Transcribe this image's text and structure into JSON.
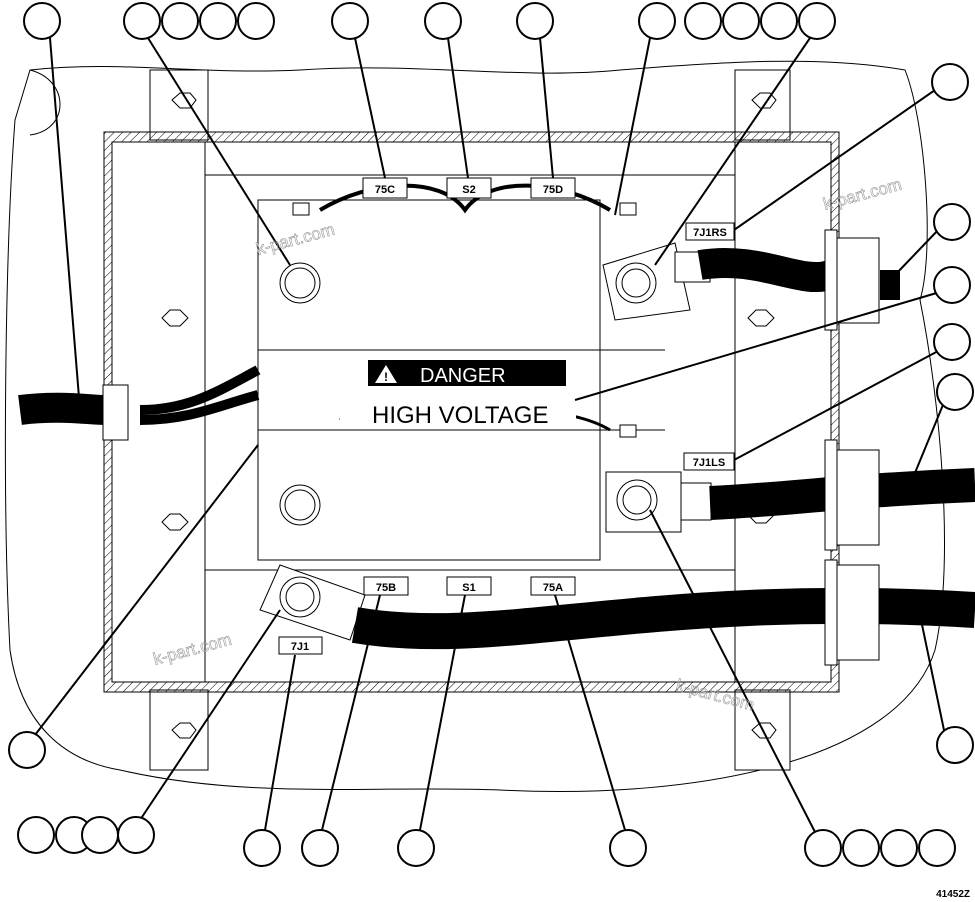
{
  "labels": {
    "l75C": "75C",
    "s2": "S2",
    "l75D": "75D",
    "j1rs": "7J1RS",
    "j1ls": "7J1LS",
    "l75B": "75B",
    "s1": "S1",
    "l75A": "75A",
    "j1": "7J1"
  },
  "warning": {
    "danger": "DANGER",
    "high_voltage": "HIGH VOLTAGE",
    "icon": "warning-triangle-icon"
  },
  "watermark": "k-part.com",
  "figure_id": "41452Z"
}
